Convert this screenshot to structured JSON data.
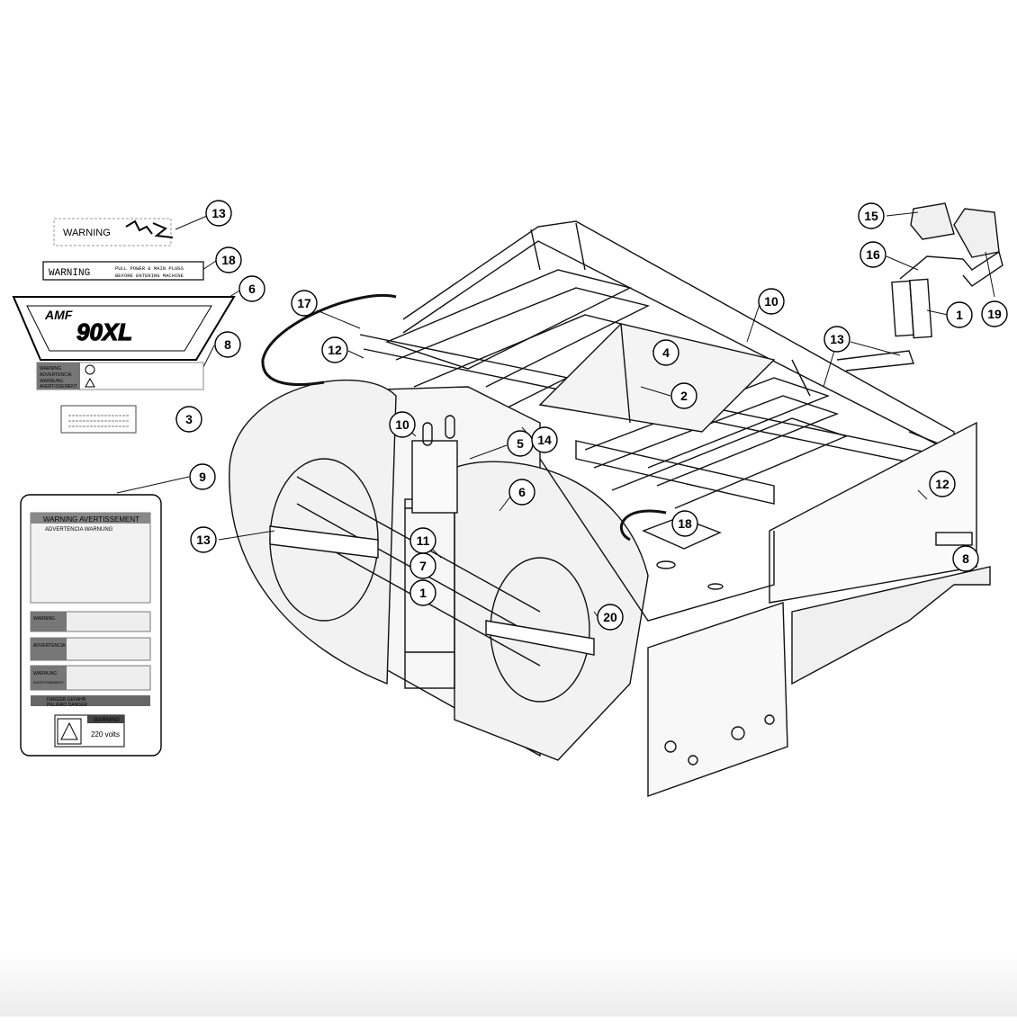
{
  "diagram": {
    "callouts": [
      {
        "id": "c13a",
        "num": "13"
      },
      {
        "id": "c18a",
        "num": "18"
      },
      {
        "id": "c6a",
        "num": "6"
      },
      {
        "id": "c17",
        "num": "17"
      },
      {
        "id": "c12a",
        "num": "12"
      },
      {
        "id": "c8a",
        "num": "8"
      },
      {
        "id": "c3",
        "num": "3"
      },
      {
        "id": "c9",
        "num": "9"
      },
      {
        "id": "c10a",
        "num": "10"
      },
      {
        "id": "c5",
        "num": "5"
      },
      {
        "id": "c14",
        "num": "14"
      },
      {
        "id": "c13b",
        "num": "13"
      },
      {
        "id": "c6b",
        "num": "6"
      },
      {
        "id": "c11",
        "num": "11"
      },
      {
        "id": "c7",
        "num": "7"
      },
      {
        "id": "c1a",
        "num": "1"
      },
      {
        "id": "c18b",
        "num": "18"
      },
      {
        "id": "c20",
        "num": "20"
      },
      {
        "id": "c4",
        "num": "4"
      },
      {
        "id": "c2",
        "num": "2"
      },
      {
        "id": "c10b",
        "num": "10"
      },
      {
        "id": "c13c",
        "num": "13"
      },
      {
        "id": "c12b",
        "num": "12"
      },
      {
        "id": "c8b",
        "num": "8"
      },
      {
        "id": "c15",
        "num": "15"
      },
      {
        "id": "c16",
        "num": "16"
      },
      {
        "id": "c1b",
        "num": "1"
      },
      {
        "id": "c19",
        "num": "19"
      }
    ]
  },
  "decals": {
    "warning_small": "WARNING",
    "warning_pull": "WARNING",
    "pull_line1": "PULL POWER & MAIN PLUGS",
    "pull_line2": "BEFORE ENTERING MACHINE",
    "brand": "AMF",
    "model": "90XL",
    "sticker8_word1": "WARNING",
    "sticker8_word2": "ADVERTENCIA",
    "sticker8_word3": "WARNUNG",
    "sticker8_word4": "AVERTISSEMENT",
    "panel9_header": "WARNING AVERTISSEMENT",
    "panel9_sub": "ADVERTENCIA  WARNUNG",
    "panel9_w1": "WARNING",
    "panel9_w2": "ADVERTENCIA",
    "panel9_w3": "WARNUNG",
    "panel9_w4": "AVERTISSEMENT",
    "danger_line1": "DANGER  GEFAHR",
    "danger_line2": "PELIGRO  DANGER",
    "volt_warning": "WARNING",
    "volt_text": "220 volts"
  }
}
